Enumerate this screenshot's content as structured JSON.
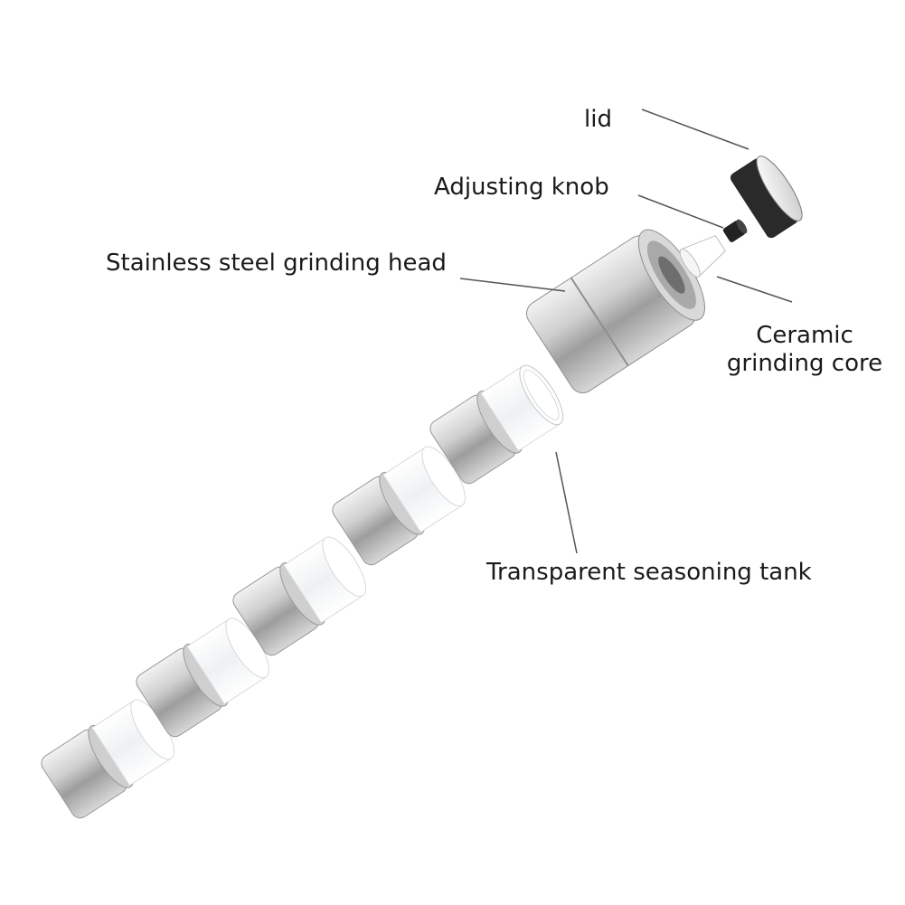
{
  "diagram": {
    "labels": {
      "lid": "lid",
      "adjusting_knob": "Adjusting knob",
      "grinding_head": "Stainless steel grinding head",
      "ceramic_core_line1": "Ceramic",
      "ceramic_core_line2": "grinding core",
      "seasoning_tank": "Transparent seasoning tank"
    },
    "colors": {
      "steel_light": "#e6e6e6",
      "steel_mid": "#b9b9b9",
      "steel_dark": "#8a8a8a",
      "glass": "#f4f6f7",
      "leader_line": "#555555",
      "text": "#1a1a1a"
    }
  }
}
